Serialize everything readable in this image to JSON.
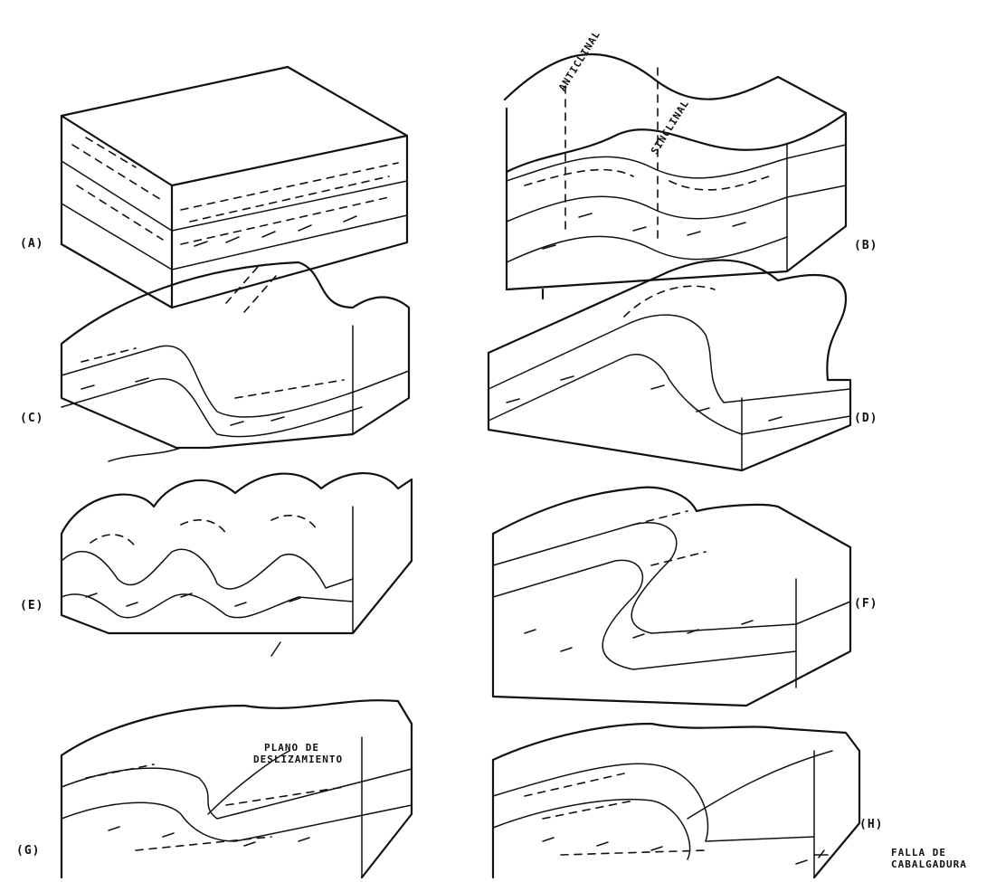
{
  "panels": [
    {
      "id": "A",
      "label": "(A)"
    },
    {
      "id": "B",
      "label": "(B)"
    },
    {
      "id": "C",
      "label": "(C)"
    },
    {
      "id": "D",
      "label": "(D)"
    },
    {
      "id": "E",
      "label": "(E)"
    },
    {
      "id": "F",
      "label": "(F)"
    },
    {
      "id": "G",
      "label": "(G)"
    },
    {
      "id": "H",
      "label": "(H)"
    }
  ],
  "annotations": {
    "anticlinal": "ANTICLINAL",
    "sinclinal": "SINCLINAL",
    "plano_line1": "PLANO DE",
    "plano_line2": "DESLIZAMIENTO",
    "falla_line1": "FALLA DE",
    "falla_line2": "CABALGADURA"
  }
}
